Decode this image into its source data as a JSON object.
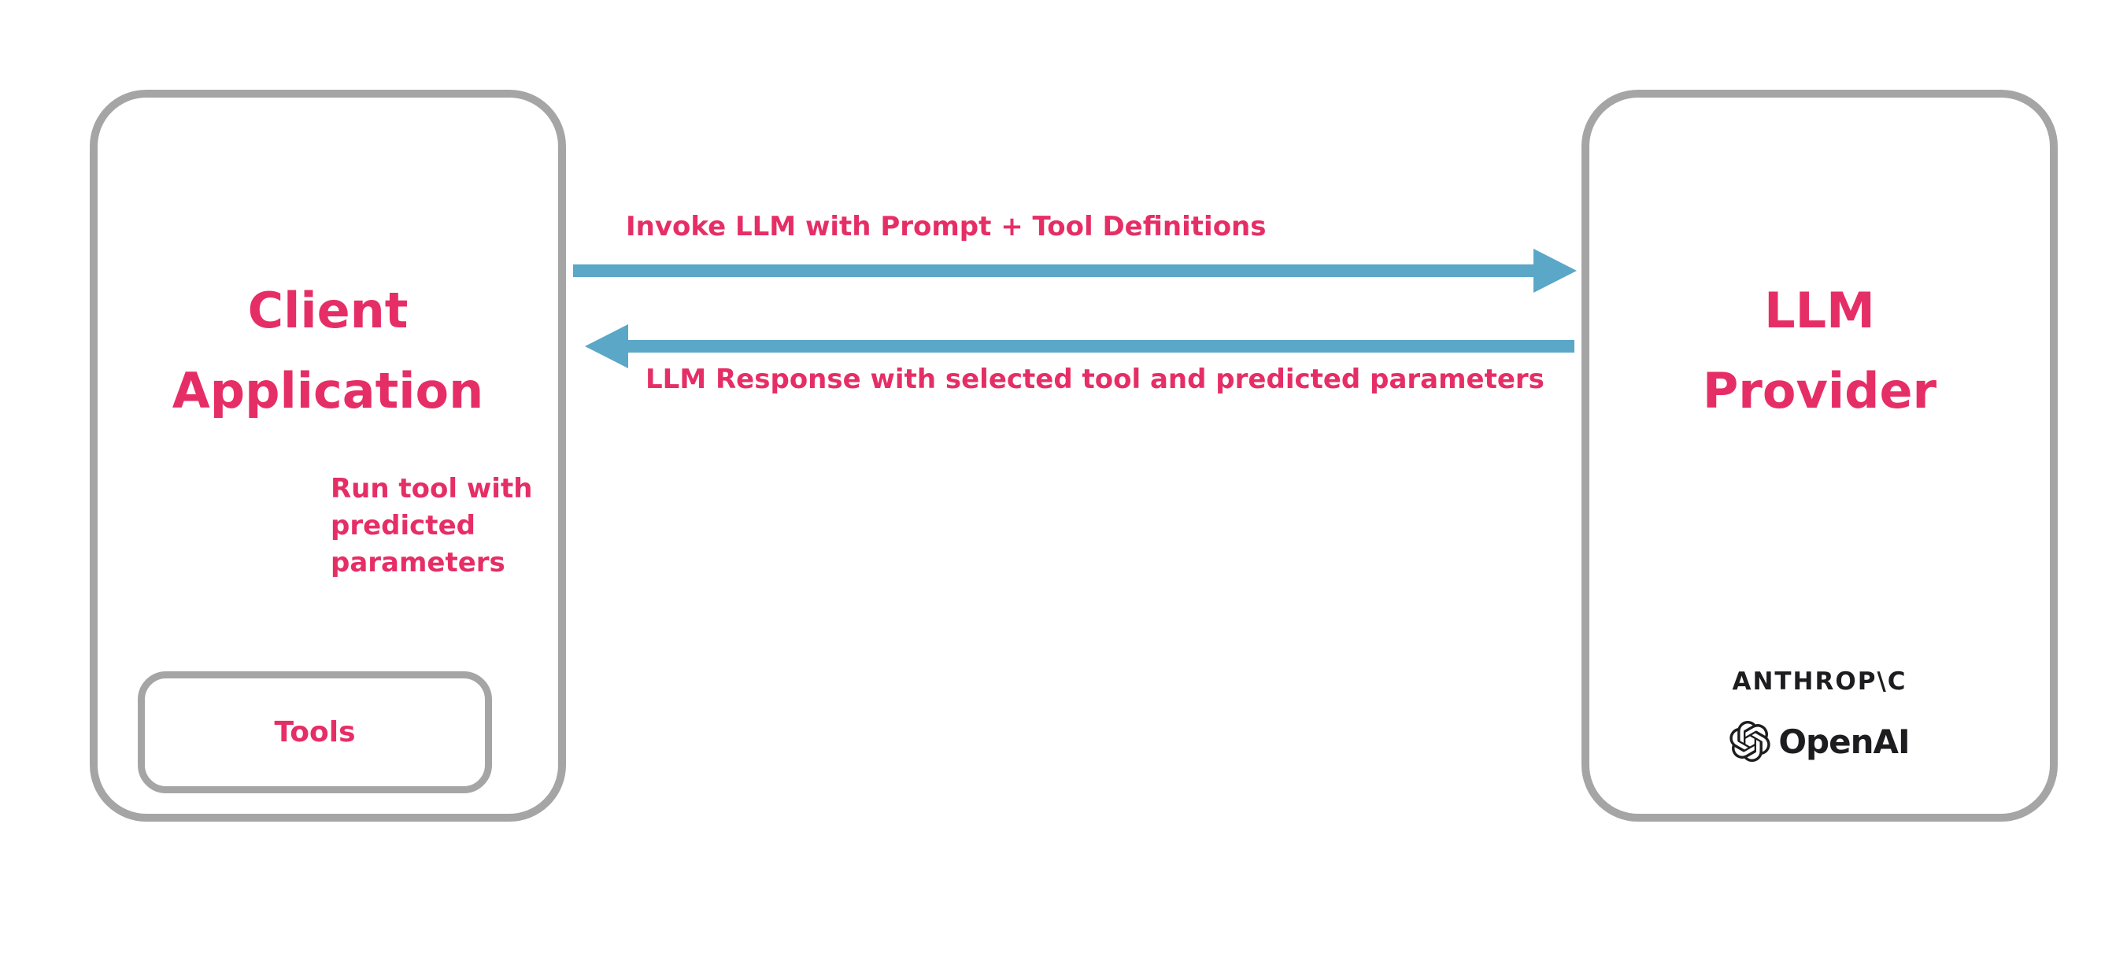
{
  "diagram": {
    "client_box": {
      "title": "Client\nApplication"
    },
    "provider_box": {
      "title": "LLM\nProvider"
    },
    "tools_box": {
      "label": "Tools"
    },
    "request_arrow": {
      "label": "Invoke LLM with Prompt + Tool Definitions"
    },
    "response_arrow": {
      "label": "LLM Response with selected tool and predicted parameters"
    },
    "run_tool_arrow": {
      "label": "Run tool with\npredicted\nparameters"
    },
    "logos": {
      "anthropic": "ANTHROP\\C",
      "openai": "OpenAI"
    },
    "colors": {
      "accent_pink": "#e62e66",
      "arrow_teal": "#5aa7c7",
      "border_gray": "#a5a5a5",
      "logo_dark": "#1d1d1f",
      "background": "#ffffff"
    }
  }
}
